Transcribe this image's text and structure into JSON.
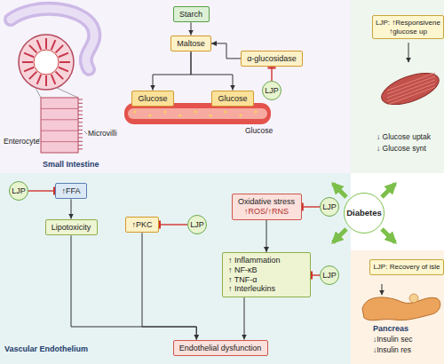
{
  "diagram": {
    "nodes": [
      {
        "text": [
          "Starch"
        ]
      },
      {
        "text": [
          "Maltose"
        ]
      },
      {
        "text": [
          "α-glucosidase"
        ]
      },
      {
        "text": [
          "Glucose"
        ]
      },
      {
        "text": [
          "Glucose"
        ]
      },
      {
        "text": [
          "LJP"
        ]
      },
      {
        "text": [
          "LJP: ↑Responsivene",
          "↑glucose up"
        ]
      },
      {
        "text": [
          "Diabetes"
        ]
      },
      {
        "text": [
          "LJP"
        ]
      },
      {
        "text": [
          "↑FFA"
        ]
      },
      {
        "text": [
          "Oxidative stress",
          "↑ROS/↑RNS"
        ]
      },
      {
        "text": [
          "LJP"
        ]
      },
      {
        "text": [
          "Lipotoxicity"
        ]
      },
      {
        "text": [
          "↑PKC"
        ]
      },
      {
        "text": [
          "LJP"
        ]
      },
      {
        "text": [
          "↑ Inflammation",
          "↑ NF-κB",
          "↑ TNF-α",
          "↑ Interleukins"
        ]
      },
      {
        "text": [
          "LJP"
        ]
      },
      {
        "text": [
          "Endothelial dysfunction"
        ]
      },
      {
        "text": [
          "LJP: Recovery of isle"
        ]
      }
    ],
    "edges": [
      {
        "from": 0,
        "to": 1,
        "arrow": "to"
      },
      {
        "from": 1,
        "to": 3,
        "arrow": "to"
      },
      {
        "from": 1,
        "to": 4,
        "arrow": "to"
      },
      {
        "from": 2,
        "to": 1,
        "arrow": "to"
      },
      {
        "from": 5,
        "to": 2,
        "arrow": "to"
      },
      {
        "from": 8,
        "to": 9,
        "arrow": "to"
      },
      {
        "from": 9,
        "to": 12,
        "arrow": "to"
      },
      {
        "from": 14,
        "to": 13,
        "arrow": "to"
      },
      {
        "from": 11,
        "to": 10,
        "arrow": "to"
      },
      {
        "from": 10,
        "to": 15,
        "arrow": "to"
      },
      {
        "from": 16,
        "to": 15,
        "arrow": "to"
      },
      {
        "from": 12,
        "to": 17,
        "arrow": "to"
      },
      {
        "from": 13,
        "to": 17,
        "arrow": "to"
      },
      {
        "from": 15,
        "to": 17,
        "arrow": "to"
      }
    ],
    "labels": [
      "Enterocyte",
      "Microvilli",
      "Small Intestine",
      "Glucose",
      "↓ Glucose uptak",
      "↓ Glucose synt",
      "Vascular Endothelium",
      "Pancreas",
      "↓Insulin sec",
      "↓Insulin res"
    ]
  }
}
